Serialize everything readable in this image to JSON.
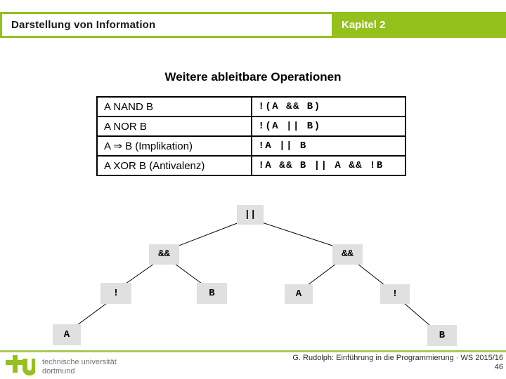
{
  "slide": {
    "header": {
      "left_title": "Darstellung von Information",
      "chapter": "Kapitel 2"
    },
    "title": "Weitere ableitbare Operationen",
    "table": {
      "rows": [
        {
          "op": "A NAND B",
          "expr": "!(A && B)"
        },
        {
          "op": "A NOR B",
          "expr": "!(A || B)"
        },
        {
          "op": "A ⇒ B (Implikation)",
          "expr": "!A || B"
        },
        {
          "op": "A XOR B (Antivalenz)",
          "expr": "!A && B || A && !B"
        }
      ]
    },
    "tree": {
      "description": "expression tree of !A && B || A && !B",
      "nodes": [
        {
          "id": "root-or",
          "label": "||"
        },
        {
          "id": "and-left",
          "label": "&&"
        },
        {
          "id": "and-right",
          "label": "&&"
        },
        {
          "id": "not-left",
          "label": "!"
        },
        {
          "id": "leaf-b-left",
          "label": "B"
        },
        {
          "id": "leaf-a-right",
          "label": "A"
        },
        {
          "id": "not-right",
          "label": "!"
        },
        {
          "id": "leaf-a-bottom",
          "label": "A"
        },
        {
          "id": "leaf-b-bottom",
          "label": "B"
        }
      ]
    },
    "footer": {
      "credit": "G. Rudolph: Einführung in die Programmierung · WS 2015/16",
      "page_number": "46",
      "logo_line1": "technische universität",
      "logo_line2": "dortmund"
    },
    "colors": {
      "accent_green": "#94C11C",
      "footer_line_green": "#A9C85B",
      "node_gray": "#E0E0E0"
    }
  }
}
